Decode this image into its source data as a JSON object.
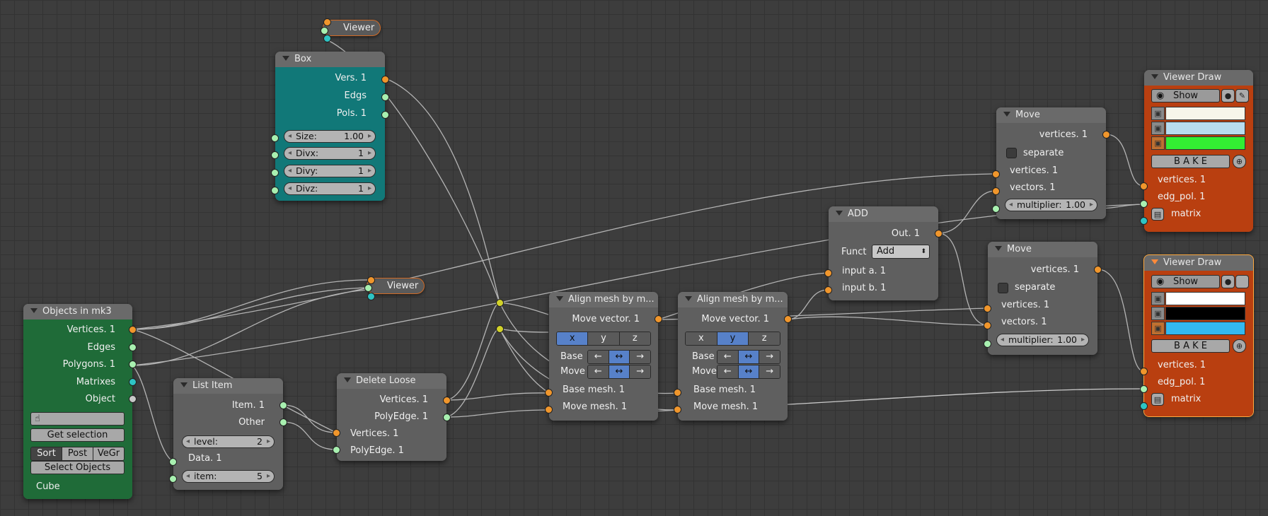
{
  "viewer_top": {
    "label": "Viewer"
  },
  "viewer_mid": {
    "label": "Viewer"
  },
  "box": {
    "title": "Box",
    "out_vers": "Vers. 1",
    "out_edgs": "Edgs",
    "out_pols": "Pols. 1",
    "size_label": "Size:",
    "size_value": "1.00",
    "divx_label": "Divx:",
    "divx_value": "1",
    "divy_label": "Divy:",
    "divy_value": "1",
    "divz_label": "Divz:",
    "divz_value": "1"
  },
  "objects": {
    "title": "Objects in mk3",
    "out_vertices": "Vertices. 1",
    "out_edges": "Edges",
    "out_polygons": "Polygons. 1",
    "out_matrixes": "Matrixes",
    "out_object": "Object",
    "get_selection": "Get selection",
    "sort": "Sort",
    "post": "Post",
    "vegr": "VeGr",
    "select_objects": "Select Objects",
    "object_name": "Cube"
  },
  "list_item": {
    "title": "List Item",
    "out_item": "Item. 1",
    "out_other": "Other",
    "level_label": "level:",
    "level_value": "2",
    "in_data": "Data. 1",
    "item_label": "item:",
    "item_value": "5"
  },
  "delete_loose": {
    "title": "Delete Loose",
    "out_vertices": "Vertices. 1",
    "out_polyedge": "PolyEdge. 1",
    "in_vertices": "Vertices. 1",
    "in_polyedge": "PolyEdge. 1"
  },
  "align1": {
    "title": "Align mesh by m...",
    "out_move_vector": "Move vector. 1",
    "axes": [
      "x",
      "y",
      "z"
    ],
    "active_axis": "x",
    "base_label": "Base",
    "move_label": "Move",
    "in_base_mesh": "Base mesh. 1",
    "in_move_mesh": "Move mesh. 1"
  },
  "align2": {
    "title": "Align mesh by m...",
    "out_move_vector": "Move vector. 1",
    "axes": [
      "x",
      "y",
      "z"
    ],
    "active_axis": "y",
    "base_label": "Base",
    "move_label": "Move",
    "in_base_mesh": "Base mesh. 1",
    "in_move_mesh": "Move mesh. 1"
  },
  "add": {
    "title": "ADD",
    "out": "Out. 1",
    "funct_label": "Funct",
    "funct_value": "Add",
    "in_a": "input a. 1",
    "in_b": "input b. 1"
  },
  "move1": {
    "title": "Move",
    "out_vertices": "vertices. 1",
    "separate": "separate",
    "in_vertices": "vertices. 1",
    "in_vectors": "vectors. 1",
    "multiplier_label": "multiplier:",
    "multiplier_value": "1.00"
  },
  "move2": {
    "title": "Move",
    "out_vertices": "vertices. 1",
    "separate": "separate",
    "in_vertices": "vertices. 1",
    "in_vectors": "vectors. 1",
    "multiplier_label": "multiplier:",
    "multiplier_value": "1.00"
  },
  "viewer_draw1": {
    "title": "Viewer Draw",
    "show": "Show",
    "bake": "B A K E",
    "in_vertices": "vertices. 1",
    "in_edg_pol": "edg_pol. 1",
    "in_matrix": "matrix",
    "colors": [
      "#f6f6ea",
      "#b8dcee",
      "#33ee33"
    ]
  },
  "viewer_draw2": {
    "title": "Viewer Draw",
    "show": "Show",
    "bake": "B A K E",
    "in_vertices": "vertices. 1",
    "in_edg_pol": "edg_pol. 1",
    "in_matrix": "matrix",
    "colors": [
      "#ffffff",
      "#000000",
      "#33b9f0"
    ]
  },
  "colors": {
    "grid_bg": "#3d3d3d",
    "node_green": "#1f6b38",
    "node_teal": "#117878",
    "node_orange": "#b93f10",
    "node_gray": "#5f5f5f",
    "socket_orange": "#f0962c",
    "socket_green": "#a8f0b0",
    "socket_cyan": "#2ec4c4",
    "socket_yellow": "#d2d22a",
    "active_blue": "#5781c9"
  }
}
